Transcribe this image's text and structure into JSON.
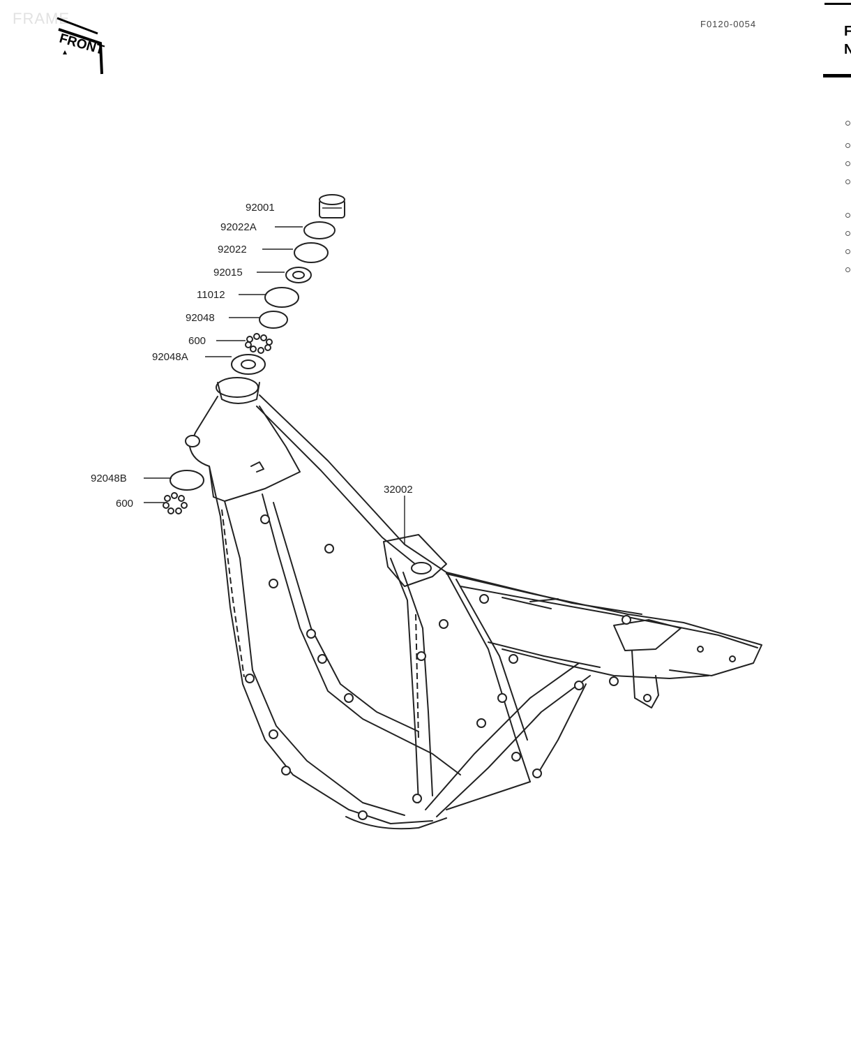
{
  "header": {
    "watermark": "FRAME",
    "front_badge": "FRONT",
    "doc_code": "F0120-0054"
  },
  "side_tab": {
    "letters": [
      "F",
      "N"
    ]
  },
  "callouts": {
    "c92001": "92001",
    "c92022A": "92022A",
    "c92022": "92022",
    "c92015": "92015",
    "c11012": "11012",
    "c92048": "92048",
    "c600a": "600",
    "c92048A": "92048A",
    "c92048B": "92048B",
    "c600b": "600",
    "c32002": "32002"
  }
}
